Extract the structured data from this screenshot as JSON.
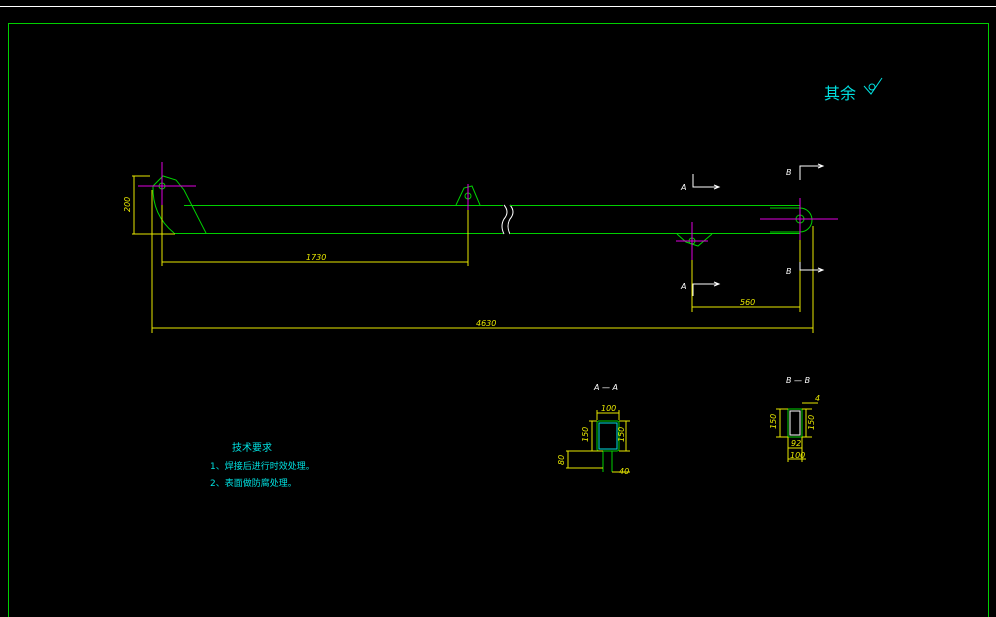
{
  "drawing": {
    "roughness_label": "其余",
    "dimensions": {
      "height_left": "200",
      "lug_spacing": "1730",
      "overall_length": "4630",
      "right_offset": "560"
    },
    "section_marks": {
      "a": "A",
      "b": "B"
    },
    "section_a": {
      "title": "A — A",
      "dim_top": "100",
      "dim_left": "150",
      "dim_right": "150",
      "dim_side": "80",
      "dim_bottom": "40"
    },
    "section_b": {
      "title": "B — B",
      "dim_top": "4",
      "dim_left": "150",
      "dim_right": "150",
      "dim_inner": "92",
      "dim_bottom": "100"
    },
    "notes": {
      "title": "技术要求",
      "items": [
        "1、焊接后进行时效处理。",
        "2、表面做防腐处理。"
      ]
    }
  }
}
